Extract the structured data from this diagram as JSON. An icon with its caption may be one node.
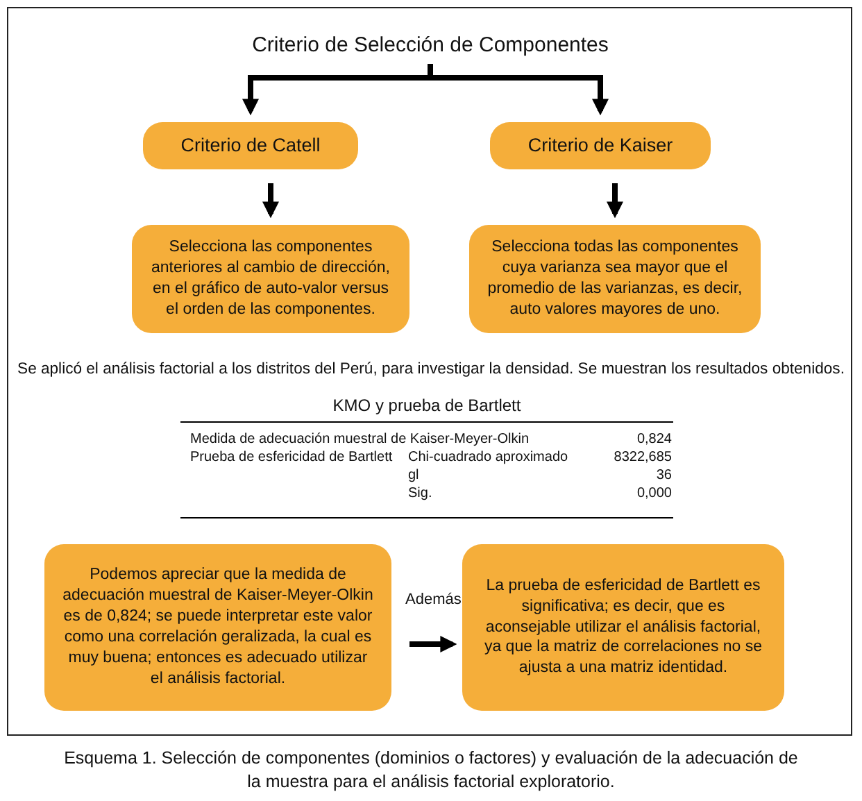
{
  "diagram": {
    "caption": "Esquema 1. Selección de componentes (dominios o factores) y evaluación de la adecuación de la muestra para el análisis factorial exploratorio.",
    "nodes": [
      {
        "text": [
          "Criterio de Selección de Componentes"
        ]
      },
      {
        "text": [
          "Criterio de Catell"
        ]
      },
      {
        "text": [
          "Criterio de Kaiser"
        ]
      },
      {
        "text": [
          "Selecciona las componentes anteriores al cambio de dirección, en el gráfico de auto-valor versus el orden de las componentes."
        ]
      },
      {
        "text": [
          "Selecciona todas las componentes cuya varianza sea mayor que el promedio de las varianzas, es decir, auto valores mayores de uno."
        ]
      },
      {
        "text": [
          "Podemos apreciar que la medida de adecuación muestral de Kaiser-Meyer-Olkin es de 0,824; se puede interpretar este valor como una correlación geralizada, la cual es muy buena; entonces es adecuado utilizar el análisis factorial."
        ]
      },
      {
        "text": [
          "La prueba de esfericidad de Bartlett es significativa; es decir, que es aconsejable utilizar el análisis factorial, ya que la matriz de correlaciones no se ajusta a una matriz identidad."
        ]
      }
    ],
    "edges": [
      {
        "from": 0,
        "to": 1,
        "arrow": "to"
      },
      {
        "from": 0,
        "to": 2,
        "arrow": "to"
      },
      {
        "from": 1,
        "to": 3,
        "arrow": "to"
      },
      {
        "from": 2,
        "to": 4,
        "arrow": "to"
      },
      {
        "from": 5,
        "to": 6,
        "arrow": "to",
        "label": "Además"
      }
    ],
    "labels": [
      "Se aplicó el análisis factorial a los distritos del Perú, para investigar la densidad. Se muestran los resultados obtenidos.",
      "KMO y prueba de Bartlett",
      "Medida de adecuación muestral de Kaiser-Meyer-Olkin",
      "0,824",
      "Prueba de esfericidad de Bartlett",
      "Chi-cuadrado aproximado",
      "8322,685",
      "gl",
      "36",
      "Sig.",
      "0,000"
    ]
  }
}
